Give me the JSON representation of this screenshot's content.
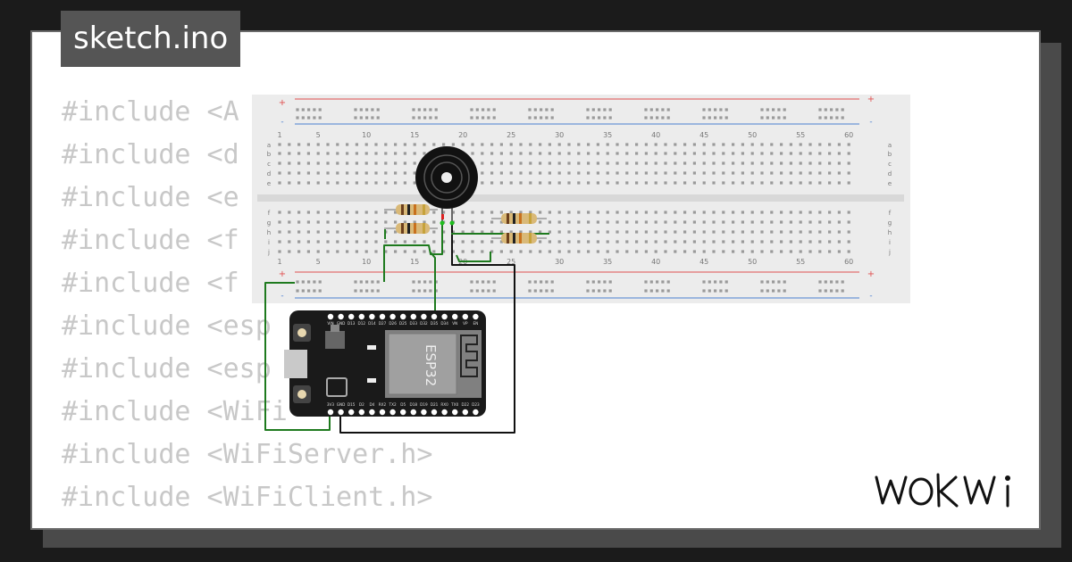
{
  "tab": {
    "filename": "sketch.ino"
  },
  "code": {
    "lines": [
      "#include <A",
      "#include <d",
      "#include <e",
      "#include <f",
      "#include <f",
      "#include <esp",
      "#include <esp",
      "#include <WiFi",
      "#include <WiFiServer.h>",
      "#include <WiFiClient.h>"
    ]
  },
  "breadboard": {
    "columns": [
      "1",
      "5",
      "10",
      "15",
      "20",
      "25",
      "30",
      "35",
      "40",
      "45",
      "50",
      "55",
      "60"
    ],
    "rows_top": [
      "a",
      "b",
      "c",
      "d",
      "e"
    ],
    "rows_bottom": [
      "f",
      "g",
      "h",
      "i",
      "j"
    ],
    "rail_plus": "+",
    "rail_minus": "-"
  },
  "esp32": {
    "chip_label": "ESP32",
    "top_pins": [
      "VIN",
      "GND",
      "D13",
      "D12",
      "D14",
      "D27",
      "D26",
      "D25",
      "D33",
      "D32",
      "D35",
      "D34",
      "VN",
      "VP",
      "EN"
    ],
    "bottom_pins": [
      "3V3",
      "GND",
      "D15",
      "D2",
      "D4",
      "RX2",
      "TX2",
      "D5",
      "D18",
      "D19",
      "D21",
      "RX0",
      "TX0",
      "D22",
      "D23"
    ]
  },
  "brand": {
    "name": "WOKWi"
  },
  "colors": {
    "wire_green": "#1e7a1e",
    "wire_black": "#111111",
    "rail_red": "#e05050",
    "rail_blue": "#4a7fd0"
  }
}
